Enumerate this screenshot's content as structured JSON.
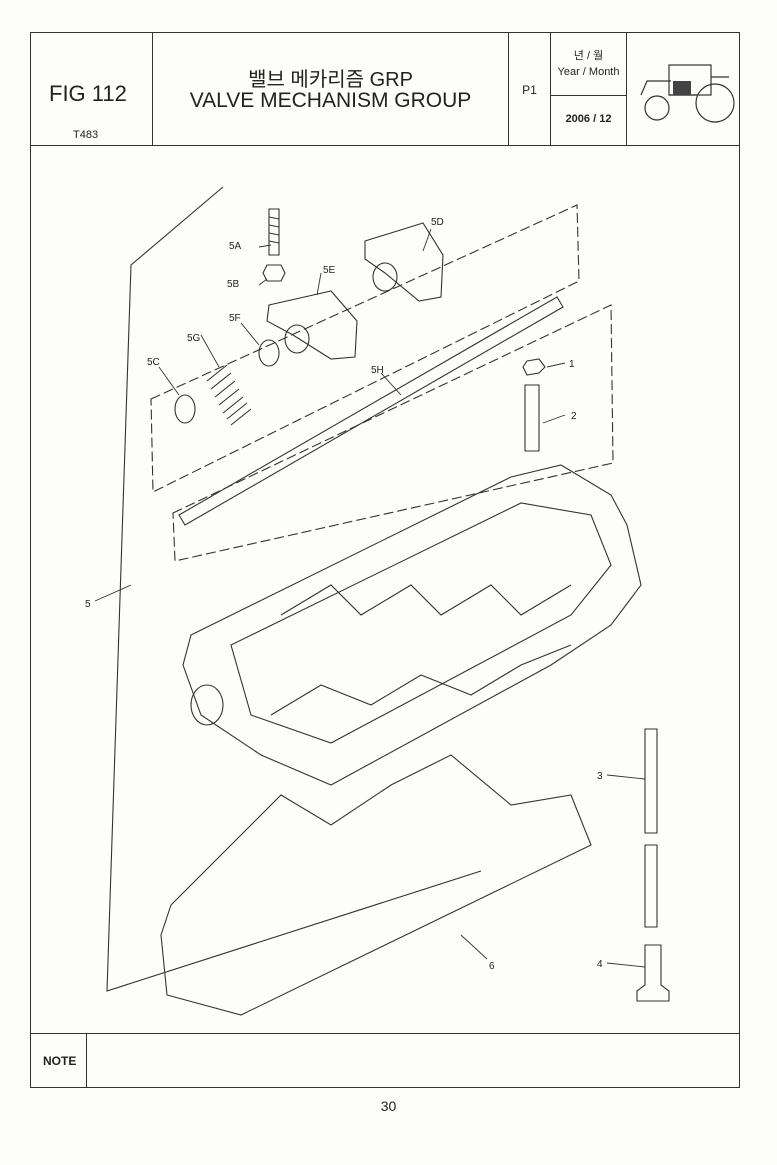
{
  "header": {
    "fig_label": "FIG 112",
    "model_code": "T483",
    "title_korean": "밸브 메카리즘 GRP",
    "title_english": "VALVE MECHANISM GROUP",
    "page_code": "P1",
    "year_month_korean": "년 / 월",
    "year_month_english": "Year / Month",
    "date": "2006 / 12"
  },
  "diagram": {
    "callouts": [
      "5A",
      "5B",
      "5E",
      "5D",
      "5F",
      "5G",
      "5C",
      "5H",
      "1",
      "2",
      "5",
      "3",
      "4",
      "6"
    ]
  },
  "note": {
    "label": "NOTE"
  },
  "footer": {
    "page_number": "30"
  }
}
